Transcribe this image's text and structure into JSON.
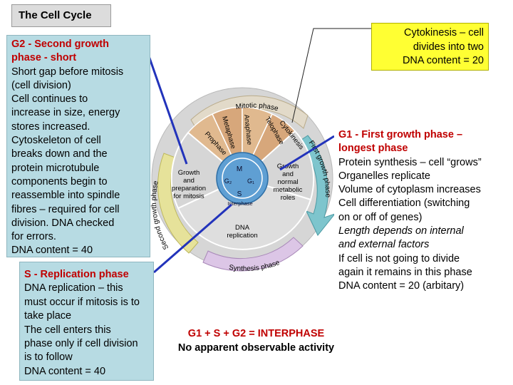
{
  "title": "The Cell Cycle",
  "g2": {
    "heading": [
      "G2 - Second growth",
      "phase - short"
    ],
    "lines": [
      "Short gap before mitosis",
      "(cell division)",
      "Cell continues to",
      "increase in size, energy",
      "stores increased.",
      "Cytoskeleton of cell",
      "breaks down and the",
      "protein microtubule",
      "components begin to",
      "reassemble into spindle",
      "fibres – required for cell",
      "division. DNA checked",
      "for errors.",
      "DNA content = 40"
    ]
  },
  "s": {
    "heading": "S - Replication phase",
    "lines": [
      "DNA replication – this",
      "must occur if mitosis is to",
      "take place",
      "The cell enters this",
      "phase only if cell division",
      "is to follow",
      "DNA content = 40"
    ]
  },
  "cytokinesis": {
    "lines": [
      "Cytokinesis – cell",
      "divides into two",
      "DNA content = 20"
    ]
  },
  "g1": {
    "heading": [
      "G1 - First growth phase –",
      "longest phase"
    ],
    "lines": [
      "Protein synthesis – cell “grows”",
      "Organelles replicate",
      "Volume of cytoplasm increases",
      "Cell differentiation (switching",
      "on or off of genes)"
    ],
    "italic_lines": [
      "Length depends on internal",
      "and external factors"
    ],
    "tail_lines": [
      "If cell is not going to divide",
      "again it remains in this phase",
      "DNA content = 20 (arbitary)"
    ]
  },
  "interphase": {
    "line1": "G1 + S + G2 = INTERPHASE",
    "line2": "No apparent observable activity"
  },
  "diagram": {
    "outer_labels": {
      "mitotic": "Mitotic phase",
      "second_growth": "Second growth phase",
      "synthesis": "Synthesis phase",
      "first_growth": "First growth phase"
    },
    "mitosis_stages": [
      "Prophase",
      "Metaphase",
      "Anaphase",
      "Telophase",
      "Cytokinesis"
    ],
    "sectors": {
      "g2_text": [
        "Growth",
        "and",
        "preparation",
        "for mitosis"
      ],
      "g1_text": [
        "Growth",
        "and",
        "normal",
        "metabolic",
        "roles"
      ],
      "s_text": [
        "DNA",
        "replication"
      ]
    },
    "inner": {
      "m": "M",
      "g2": "G₂",
      "g1": "G₁",
      "s": "S",
      "interphase": "Interphase"
    },
    "colors": {
      "ring": "#cfcfcf",
      "mitotic_arrow": "#c8b99b",
      "g1_arrow": "#62b6c0",
      "synthesis_arrow": "#c9a9d6",
      "g2_arrow": "#d9d46a",
      "inner_blue": "#4f8fc8",
      "pointer_blue": "#2233bb"
    }
  }
}
